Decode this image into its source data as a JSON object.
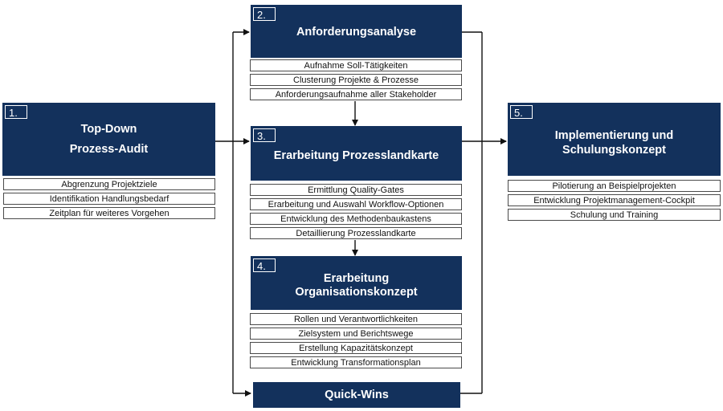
{
  "phases": {
    "p1": {
      "number": "1.",
      "title_lines": [
        "Top-Down",
        "Prozess-Audit"
      ],
      "items": [
        "Abgrenzung  Projektziele",
        "Identifikation Handlungsbedarf",
        "Zeitplan für weiteres Vorgehen"
      ]
    },
    "p2": {
      "number": "2.",
      "title_lines": [
        "Anforderungsanalyse"
      ],
      "items": [
        "Aufnahme Soll-Tätigkeiten",
        "Clusterung Projekte & Prozesse",
        "Anforderungsaufnahme  aller Stakeholder"
      ]
    },
    "p3": {
      "number": "3.",
      "title_lines": [
        "Erarbeitung Prozesslandkarte"
      ],
      "items": [
        "Ermittlung Quality-Gates",
        "Erarbeitung und Auswahl Workflow-Optionen",
        "Entwicklung des Methodenbaukastens",
        "Detaillierung Prozesslandkarte"
      ]
    },
    "p4": {
      "number": "4.",
      "title_lines": [
        "Erarbeitung",
        "Organisationskonzept"
      ],
      "items": [
        "Rollen und Verantwortlichkeiten",
        "Zielsystem und Berichtswege",
        "Erstellung Kapazitätskonzept",
        "Entwicklung Transformationsplan"
      ]
    },
    "p5": {
      "number": "5.",
      "title_lines": [
        "Implementierung  und",
        "Schulungskonzept"
      ],
      "items": [
        "Pilotierung an Beispielprojekten",
        "Entwicklung Projektmanagement-Cockpit",
        "Schulung und Training"
      ]
    },
    "quick": {
      "title": "Quick-Wins"
    }
  },
  "colors": {
    "box_fill": "#13315c",
    "line": "#111111",
    "item_border": "#4a4a4a"
  }
}
